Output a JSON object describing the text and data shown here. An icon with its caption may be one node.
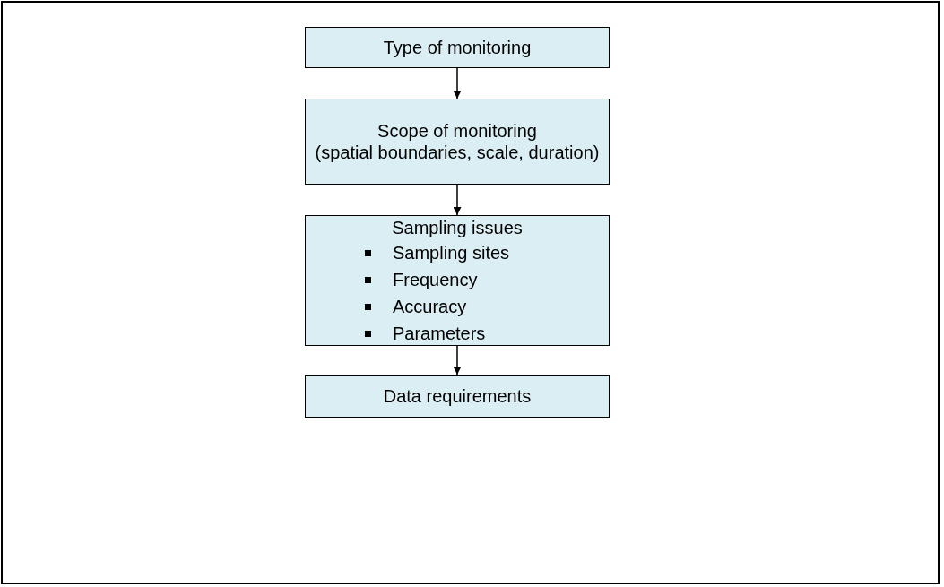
{
  "diagram": {
    "nodes": [
      {
        "text": [
          "Type of monitoring"
        ]
      },
      {
        "text": [
          "Scope of monitoring",
          "(spatial boundaries, scale, duration)"
        ]
      },
      {
        "text": [
          "Sampling issues",
          "Sampling sites",
          "Frequency",
          "Accuracy",
          "Parameters"
        ]
      },
      {
        "text": [
          "Data requirements"
        ]
      }
    ],
    "edges": [
      {
        "from": 0,
        "to": 1,
        "arrow": "to"
      },
      {
        "from": 1,
        "to": 2,
        "arrow": "to"
      },
      {
        "from": 2,
        "to": 3,
        "arrow": "to"
      }
    ]
  }
}
